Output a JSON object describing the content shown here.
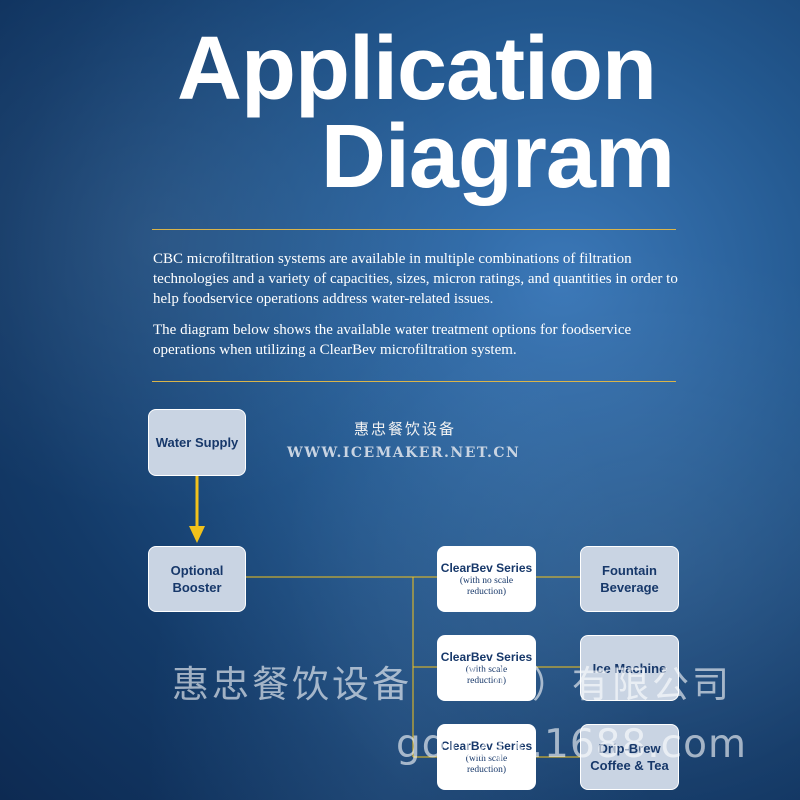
{
  "title": {
    "line1": "Application",
    "line2": "Diagram"
  },
  "intro": {
    "paragraph1": "CBC microfiltration systems are available in multiple combinations of filtration technologies and a variety of capacities, sizes, micron ratings, and quantities in order to help foodservice operations address water-related issues.",
    "paragraph2": "The diagram below shows the available water treatment options for foodservice operations when utilizing a ClearBev microfiltration system."
  },
  "watermarks": {
    "small_cn": "惠忠餐饮设备",
    "small_url": "WWW.ICEMAKER.NET.CN",
    "big_cn": "惠忠餐饮设备（广州）有限公司",
    "big_url": "gdhzjx.1688.com"
  },
  "diagram": {
    "water_supply": "Water Supply",
    "booster": {
      "line1": "Optional",
      "line2": "Booster"
    },
    "clearbev": [
      {
        "title": "ClearBev Series",
        "sub1": "(with no scale",
        "sub2": "reduction)"
      },
      {
        "title": "ClearBev Series",
        "sub1": "(with scale",
        "sub2": "reduction)"
      },
      {
        "title": "ClearBev Series",
        "sub1": "(with scale",
        "sub2": "reduction)"
      }
    ],
    "outputs": [
      {
        "line1": "Fountain",
        "line2": "Beverage"
      },
      {
        "line1": "Ice Machine",
        "line2": ""
      },
      {
        "line1": "Drip-Brew",
        "line2": "Coffee & Tea"
      }
    ]
  },
  "colors": {
    "accent_arrow": "#f2c21b",
    "rule": "#d9b44a",
    "box_text": "#17386a",
    "grey_box": "#c9d4e3"
  }
}
